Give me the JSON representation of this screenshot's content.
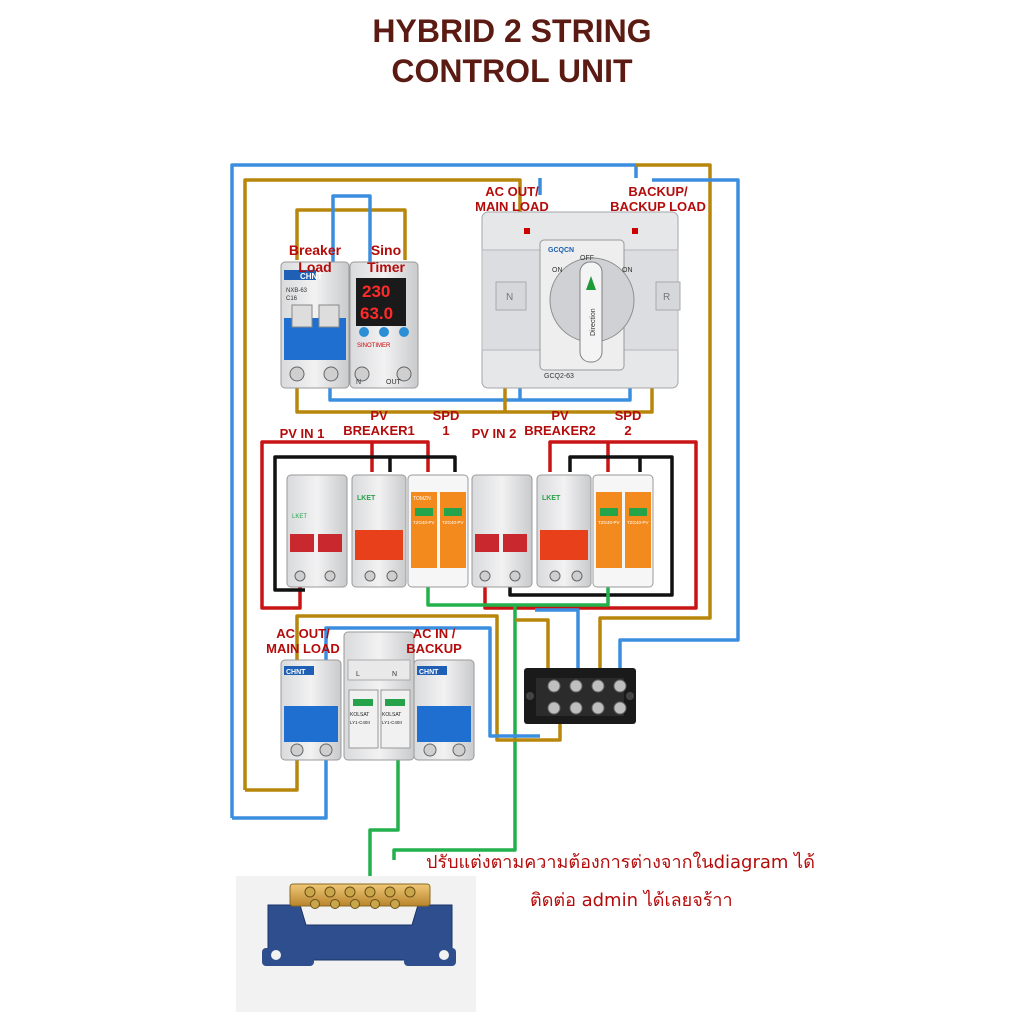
{
  "title": {
    "line1": "HYBRID 2 STRING",
    "line2": "CONTROL UNIT"
  },
  "labels": {
    "ac_out_main_load_top": [
      "AC OUT/",
      "MAIN LOAD"
    ],
    "backup_load_top": [
      "BACKUP/",
      "BACKUP LOAD"
    ],
    "breaker_load": [
      "Breaker",
      "Load"
    ],
    "sino_timer": [
      "Sino",
      "Timer"
    ],
    "pv_in_1": "PV IN 1",
    "pv_breaker1": [
      "PV",
      "BREAKER1"
    ],
    "spd_1": [
      "SPD",
      "1"
    ],
    "pv_in_2": "PV IN 2",
    "pv_breaker2": [
      "PV",
      "BREAKER2"
    ],
    "spd_2": [
      "SPD",
      "2"
    ],
    "ac_out_main_load_bottom": [
      "AC OUT/",
      "MAIN LOAD"
    ],
    "ac_in_backup": [
      "AC IN /",
      "BACKUP"
    ]
  },
  "devices": {
    "chnt_brand": "CHNT",
    "chnt_model": "NXB-63",
    "chnt_rating": "C16",
    "sinotimer_brand": "SINOTIMER",
    "voltage_display": "230",
    "current_display": "63.0",
    "ats_brand": "GCQCN",
    "ats_model": "GCQ2-63",
    "ats_pos_off": "OFF",
    "ats_pos_on": "ON",
    "ats_n": "N",
    "ats_r": "R",
    "ats_direction": "Direction",
    "lket_brand": "LKET",
    "spd_brand": "TOMZN",
    "spd_model": "TZG40-PV",
    "kolsat_brand": "KOLSAT",
    "kolsat_model": "LY1-C40II",
    "term_l": "L",
    "term_n": "N",
    "term_out": "OUT"
  },
  "notes": {
    "line1": "ปรับแต่งตามความต้องการต่างจากในdiagram ได้",
    "line2": "ติดต่อ admin ได้เลยจร้าา"
  },
  "colors": {
    "title": "#5b1a12",
    "label_red": "#b40b0b",
    "wire_blue": "#3b8de0",
    "wire_brown": "#b8860b",
    "wire_red": "#c81414",
    "wire_black": "#111111",
    "wire_green": "#22b14c",
    "breaker_blue": "#1f6fd1",
    "breaker_red": "#e8401a",
    "spd_orange": "#f28a1e"
  },
  "icons": [
    "circuit-breaker-icon",
    "voltage-protector-icon",
    "ats-switch-icon",
    "surge-protector-icon",
    "terminal-block-icon",
    "ground-busbar-icon"
  ]
}
